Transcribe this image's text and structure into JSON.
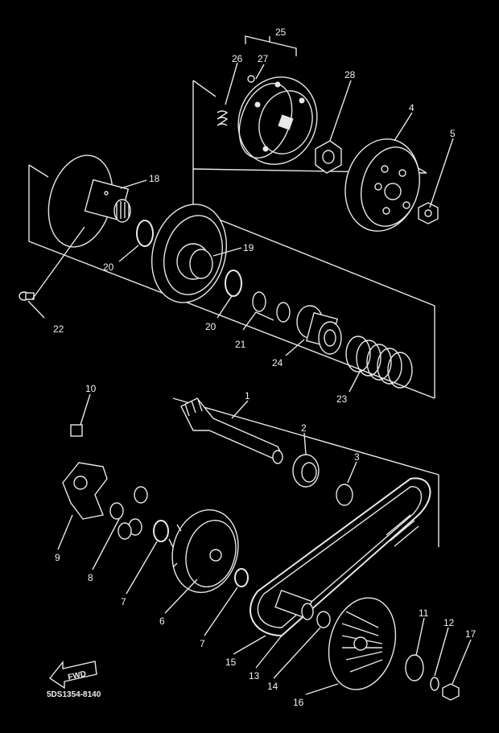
{
  "diagram": {
    "part_code": "5DS1354-8140",
    "fwd_label": "FWD",
    "callouts": [
      {
        "id": "c1",
        "text": "1"
      },
      {
        "id": "c2",
        "text": "2"
      },
      {
        "id": "c3",
        "text": "3"
      },
      {
        "id": "c4",
        "text": "4"
      },
      {
        "id": "c5",
        "text": "5"
      },
      {
        "id": "c6",
        "text": "6"
      },
      {
        "id": "c7a",
        "text": "7"
      },
      {
        "id": "c7b",
        "text": "7"
      },
      {
        "id": "c8",
        "text": "8"
      },
      {
        "id": "c9",
        "text": "9"
      },
      {
        "id": "c10",
        "text": "10"
      },
      {
        "id": "c11",
        "text": "11"
      },
      {
        "id": "c12",
        "text": "12"
      },
      {
        "id": "c13",
        "text": "13"
      },
      {
        "id": "c14",
        "text": "14"
      },
      {
        "id": "c15",
        "text": "15"
      },
      {
        "id": "c16",
        "text": "16"
      },
      {
        "id": "c17",
        "text": "17"
      },
      {
        "id": "c18",
        "text": "18"
      },
      {
        "id": "c19",
        "text": "19"
      },
      {
        "id": "c20a",
        "text": "20"
      },
      {
        "id": "c20b",
        "text": "20"
      },
      {
        "id": "c21",
        "text": "21"
      },
      {
        "id": "c22",
        "text": "22"
      },
      {
        "id": "c23",
        "text": "23"
      },
      {
        "id": "c24",
        "text": "24"
      },
      {
        "id": "c25",
        "text": "25"
      },
      {
        "id": "c26",
        "text": "26"
      },
      {
        "id": "c27",
        "text": "27"
      },
      {
        "id": "c28",
        "text": "28"
      }
    ]
  }
}
